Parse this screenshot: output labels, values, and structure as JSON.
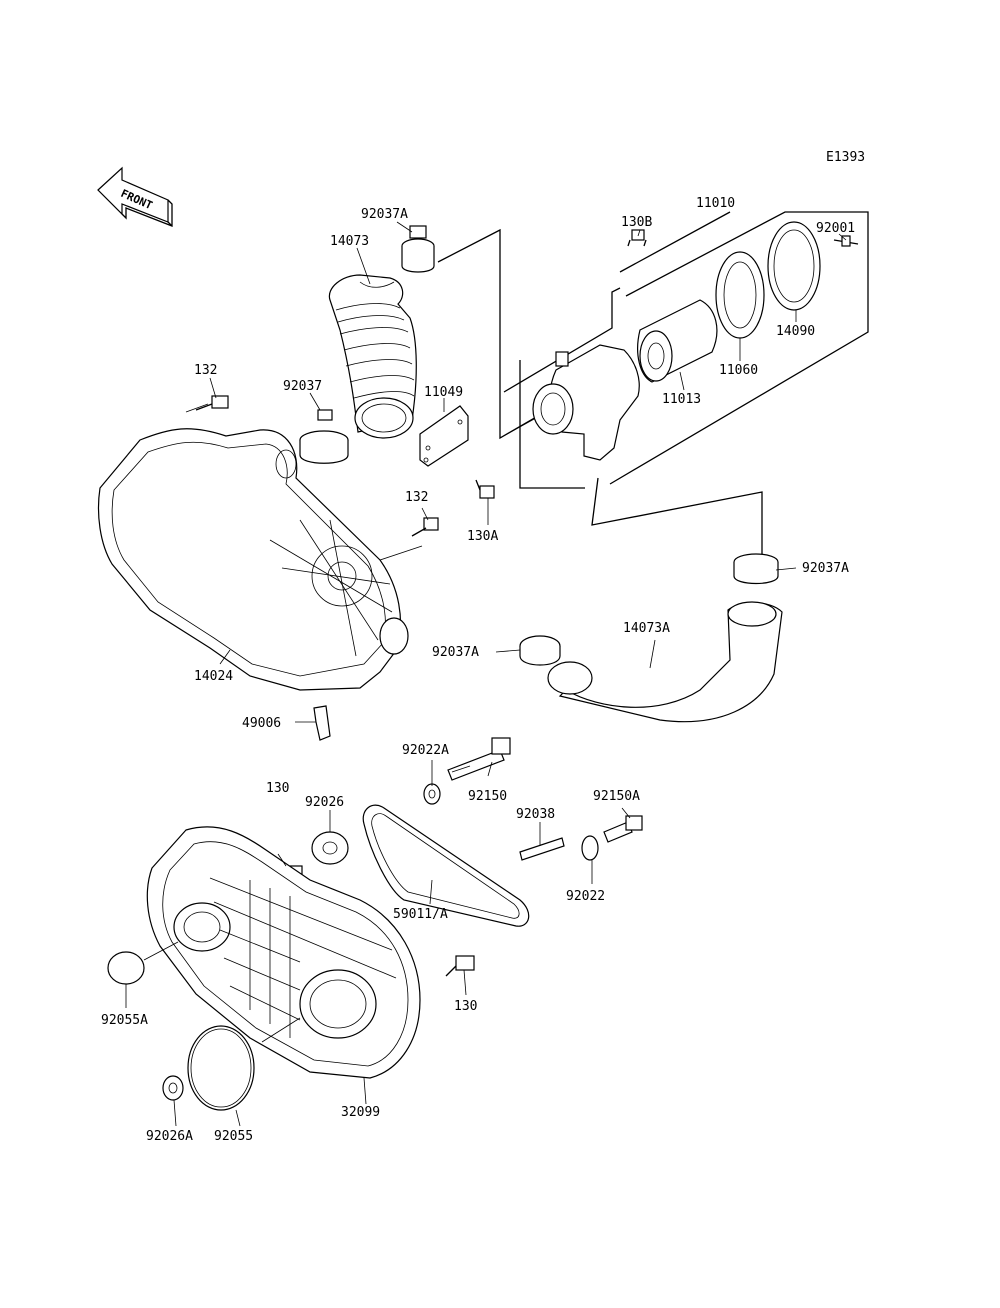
{
  "diagram_code": "E1393",
  "front_label": "FRONT",
  "labels": {
    "l_92037A_top": "92037A",
    "l_14073": "14073",
    "l_130B": "130B",
    "l_11010": "11010",
    "l_92001": "92001",
    "l_132_a": "132",
    "l_92037": "92037",
    "l_11049": "11049",
    "l_14090": "14090",
    "l_11060": "11060",
    "l_11013": "11013",
    "l_132_b": "132",
    "l_130A": "130A",
    "l_92037A_right": "92037A",
    "l_14073A": "14073A",
    "l_92037A_mid": "92037A",
    "l_14024": "14024",
    "l_49006": "49006",
    "l_92022A": "92022A",
    "l_130_a": "130",
    "l_92026": "92026",
    "l_92150": "92150",
    "l_92038": "92038",
    "l_92150A": "92150A",
    "l_59011A": "59011/A",
    "l_92022": "92022",
    "l_130_b": "130",
    "l_92055A": "92055A",
    "l_32099": "32099",
    "l_92026A": "92026A",
    "l_92055": "92055"
  }
}
